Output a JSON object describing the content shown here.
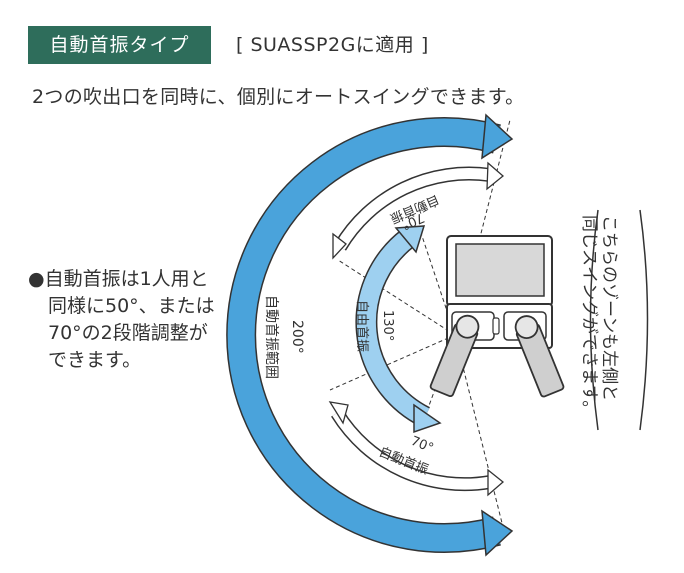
{
  "header": {
    "badge": "自動首振タイプ",
    "applies_to": "[ SUASSP2Gに適用 ]"
  },
  "intro": "2つの吹出口を同時に、個別にオートスイングできます。",
  "bullet": {
    "lines": [
      "●自動首振は1人用と",
      "同様に50°、または",
      "70°の2段階調整が",
      "できます。"
    ]
  },
  "diagram": {
    "outer_label": "自動首振範囲",
    "outer_angle": "200°",
    "inner_label": "自由首振",
    "inner_angle": "130°",
    "upper_label": "自動首振",
    "upper_angle": "70°",
    "lower_label": "自動首振",
    "lower_angle": "70°",
    "side_note_col1": "こちらのゾーンも左側と",
    "side_note_col2": "同じスイングができます。"
  },
  "colors": {
    "badge_bg": "#2e6d5b",
    "outer_arc": "#4aa3db",
    "inner_arc": "#9ed0f0",
    "swing_arrow": "#ffffff",
    "outline": "#333333"
  }
}
